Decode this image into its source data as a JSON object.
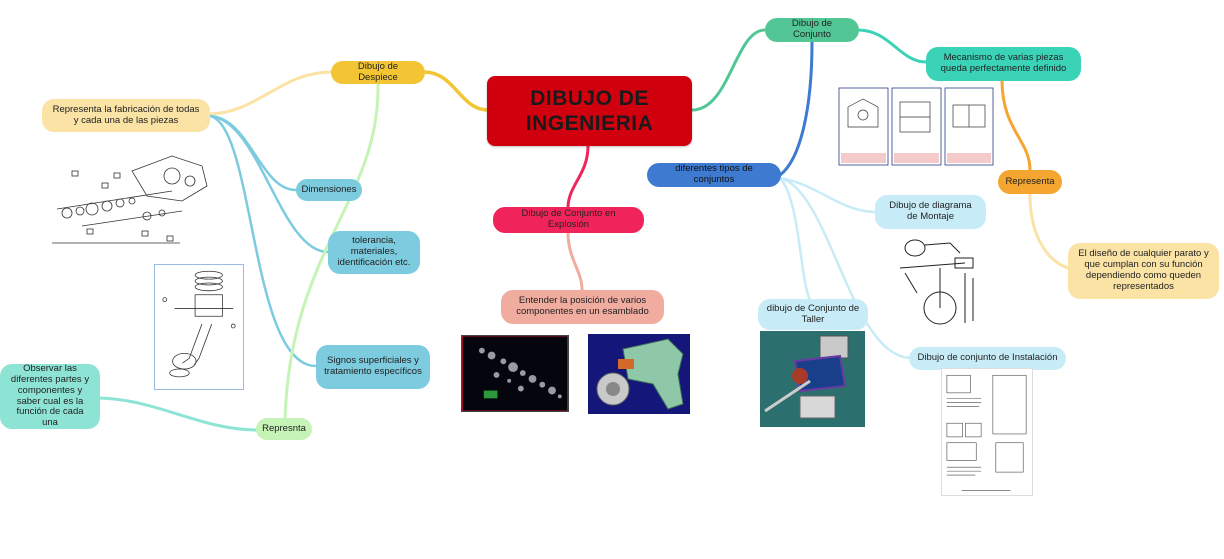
{
  "central": {
    "title": "DIBUJO DE INGENIERIA"
  },
  "nodes": {
    "despiece": "Dibujo de Despiece",
    "fabricacion": "Representa la fabricación de todas y cada una de las piezas",
    "dimensiones": "Dimensiones",
    "tolerancia": "tolerancia, materiales, identificación etc.",
    "signos": "Signos superficiales y tratamiento específicos",
    "represnta": "Represnta",
    "observar": "Observar las diferentes partes y componentes y saber cual es la función de cada una",
    "explosion": "Dibujo de Conjunto en Explosión",
    "entender": "Entender la posición de varios componentes en un esamblado",
    "conjunto": "Dibujo de Conjunto",
    "mecanismo": "Mecanismo de varias piezas queda perfectamente definido",
    "tipos": "diferentes tipos de conjuntos",
    "representa": "Representa",
    "diseno": "El diseño de cualquier parato y que cumplan con su función dependiendo como queden representados",
    "montaje": "Dibujo de diagrama de Montaje",
    "taller": "dibujo de Conjunto de Taller",
    "instalacion": "Dibujo de conjunto de Instalación"
  },
  "colors": {
    "central": "#d1000e",
    "yellow": "#f3c535",
    "light_yellow": "#fbe3a6",
    "blue": "#7ccbdf",
    "light_green": "#c6f3b6",
    "mint": "#8ee4d4",
    "pink": "#f0245a",
    "salmon": "#f1aca0",
    "green": "#52c795",
    "teal": "#3ad3b8",
    "dark_blue": "#3d7ad0",
    "orange": "#f4a630",
    "light_blue": "#c8ecf7"
  },
  "images": [
    "exploded-parts-drawing",
    "piston-conrod-drawing",
    "cad-explosion-dark",
    "cad-assembly-blue",
    "assembly-blueprint-sheets",
    "mounting-diagram-sketch",
    "workshop-assembly-3d",
    "installation-document"
  ]
}
